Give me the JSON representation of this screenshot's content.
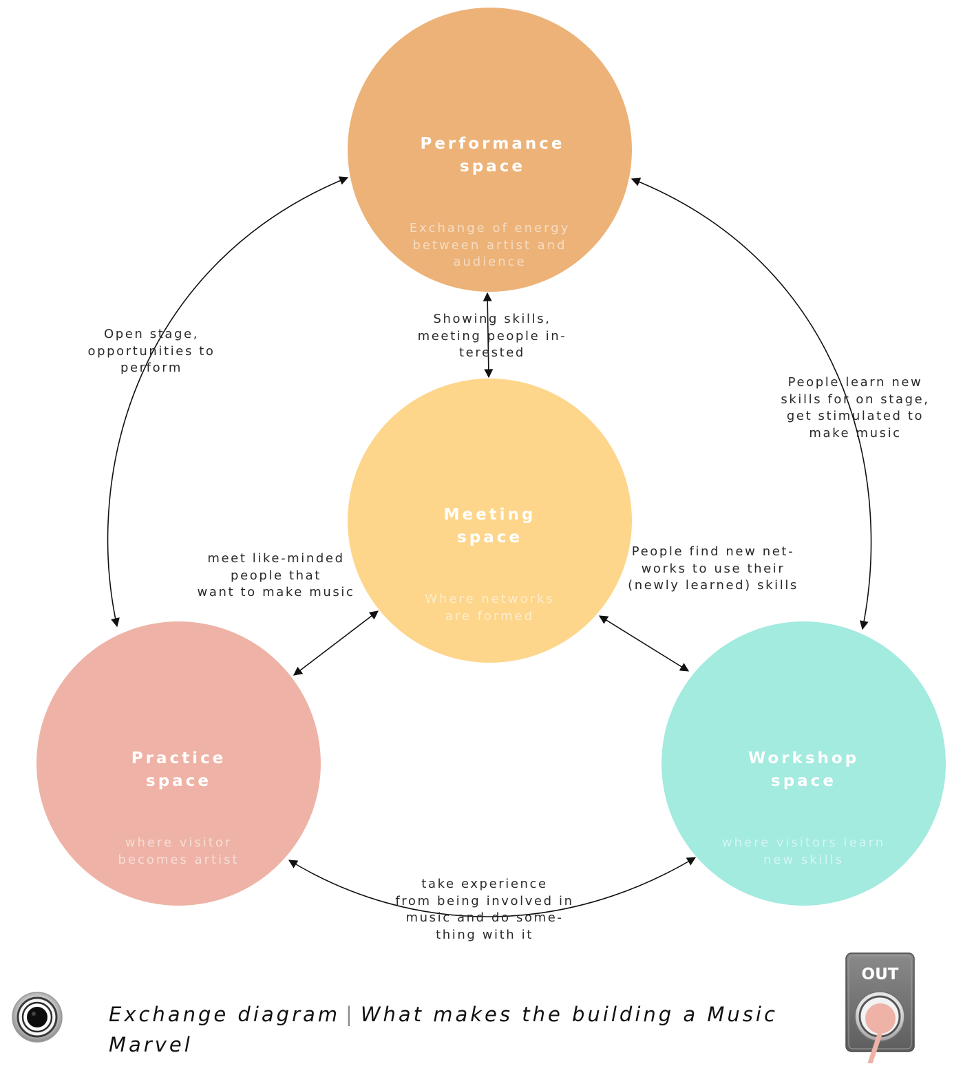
{
  "nodes": {
    "performance": {
      "title": "Performance\nspace",
      "description": "Exchange of energy\nbetween artist and\naudience",
      "color": "#ecb278"
    },
    "meeting": {
      "title": "Meeting\nspace",
      "description": "Where networks\nare formed",
      "color": "#fdd68c"
    },
    "practice": {
      "title": "Practice\nspace",
      "description": "where visitor\nbecomes artist",
      "color": "#eeb3a6"
    },
    "workshop": {
      "title": "Workshop\nspace",
      "description": "where visitors learn\nnew skills",
      "color": "#a3eadf"
    }
  },
  "edges": {
    "practice_performance": "Open stage,\nopportunities to\nperform",
    "performance_meeting": "Showing skills,\nmeeting people in-\nterested",
    "performance_workshop": "People learn new\nskills for on stage,\nget stimulated to\nmake music",
    "practice_meeting": "meet like-minded\npeople that\nwant to make music",
    "meeting_workshop": "People find new net-\nworks to use their\n(newly learned) skills",
    "practice_workshop": "take experience\nfrom being involved in\nmusic and do some-\nthing with it"
  },
  "caption": {
    "title": "Exchange diagram",
    "separator": "|",
    "subtitle": "What makes the building a Music Marvel"
  },
  "controls": {
    "out_label": "OUT"
  }
}
